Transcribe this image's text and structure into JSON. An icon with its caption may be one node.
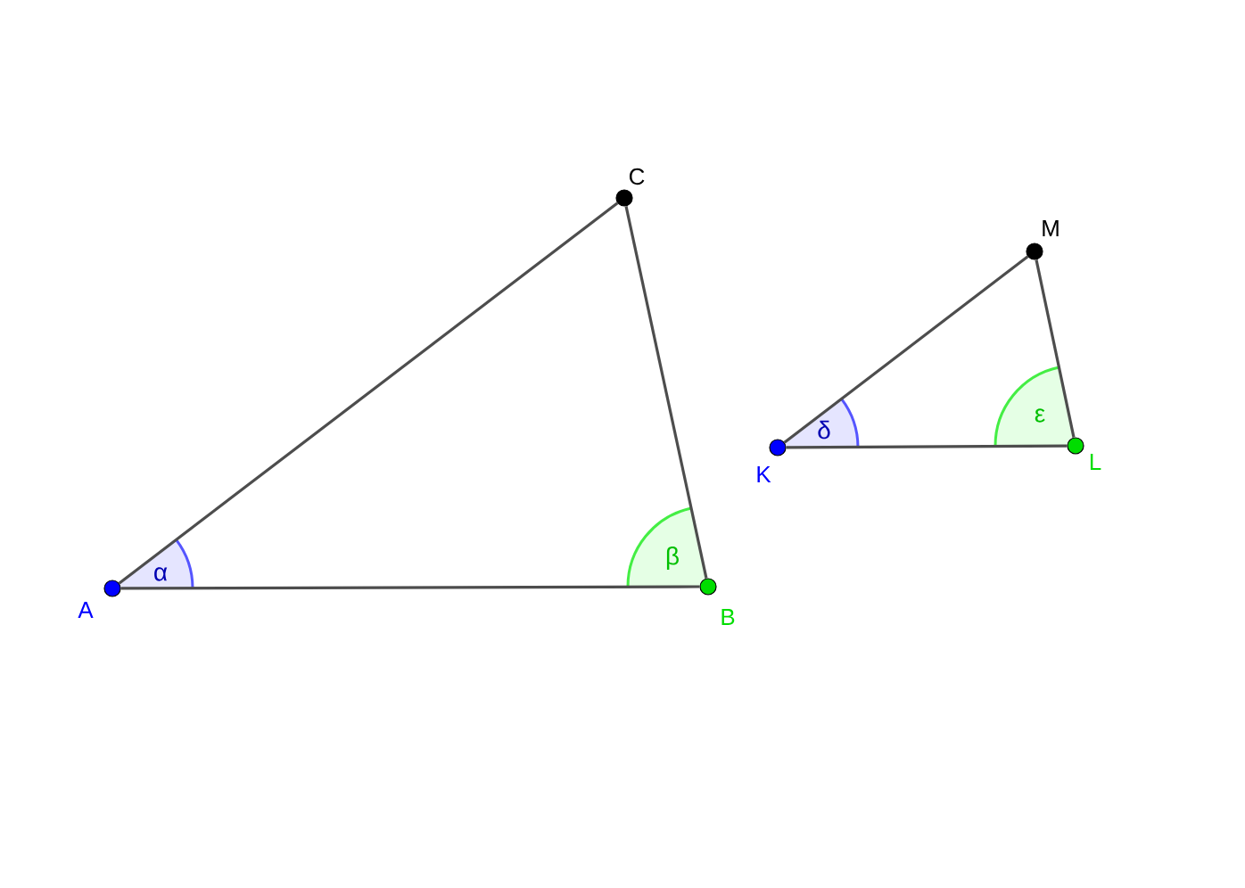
{
  "diagram": {
    "nodes": [
      {
        "text": [
          "A"
        ]
      },
      {
        "text": [
          "B"
        ]
      },
      {
        "text": [
          "C"
        ]
      },
      {
        "text": [
          "K"
        ]
      },
      {
        "text": [
          "L"
        ]
      },
      {
        "text": [
          "M"
        ]
      }
    ],
    "edges": [
      {
        "from": 0,
        "to": 1,
        "arrow": "none"
      },
      {
        "from": 1,
        "to": 2,
        "arrow": "none"
      },
      {
        "from": 2,
        "to": 0,
        "arrow": "none"
      },
      {
        "from": 3,
        "to": 4,
        "arrow": "none"
      },
      {
        "from": 4,
        "to": 5,
        "arrow": "none"
      },
      {
        "from": 5,
        "to": 3,
        "arrow": "none"
      }
    ],
    "labels": [
      "α",
      "β",
      "δ",
      "ε"
    ]
  }
}
